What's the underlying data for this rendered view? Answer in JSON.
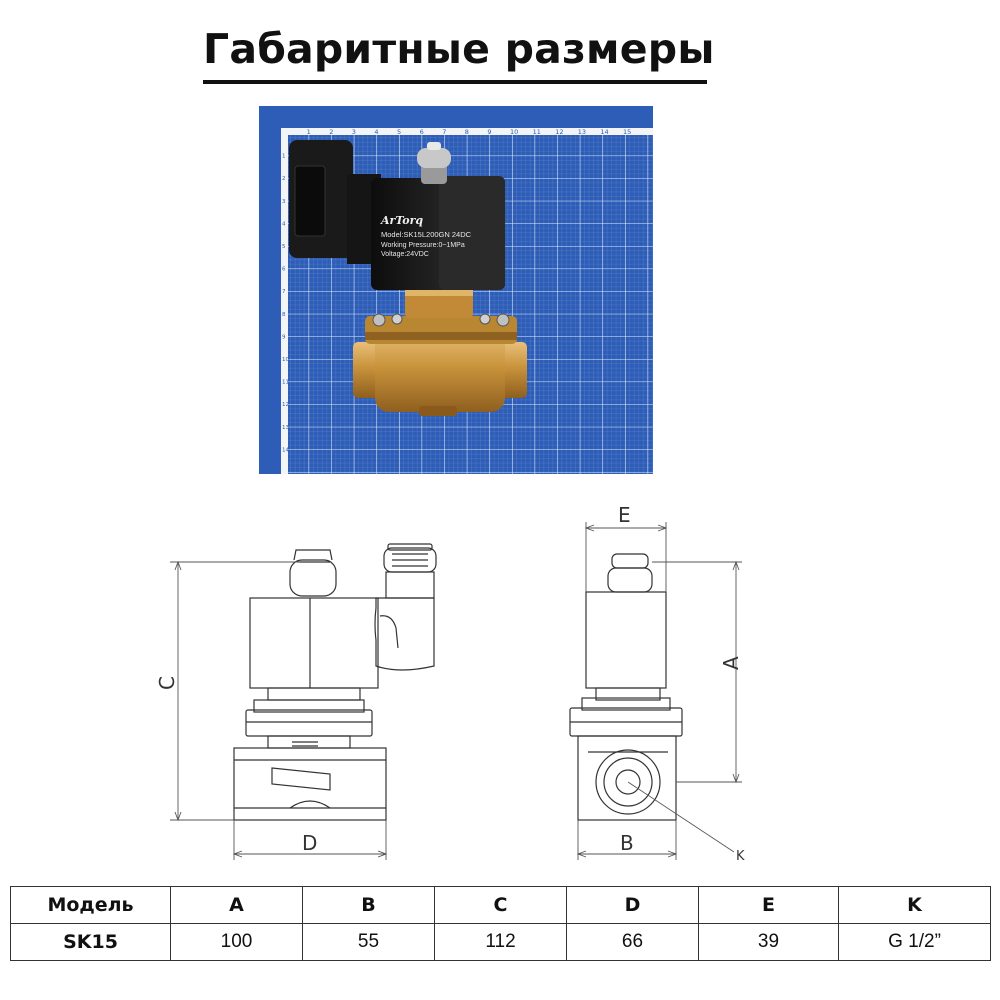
{
  "title": "Габаритные размеры",
  "photo": {
    "ruler_top": [
      "1",
      "2",
      "3",
      "4",
      "5",
      "6",
      "7",
      "8",
      "9",
      "10",
      "11",
      "12",
      "13",
      "14",
      "15"
    ],
    "ruler_left": [
      "1",
      "2",
      "3",
      "4",
      "5",
      "6",
      "7",
      "8",
      "9",
      "10",
      "11",
      "12",
      "13",
      "14"
    ],
    "label_brand": "ArTorq",
    "label_model": "Model:SK15L200GN 24DC",
    "label_pressure": "Working Pressure:0~1MPa",
    "label_voltage": "Voltage:24VDC",
    "colors": {
      "grid_bg": "#2f5fb8",
      "brass": "#c9933b",
      "coil": "#1c1c1c"
    }
  },
  "drawing": {
    "dim_c": "C",
    "dim_d": "D",
    "dim_e": "E",
    "dim_a": "A",
    "dim_b": "B",
    "dim_k": "K"
  },
  "table": {
    "headers": [
      "Модель",
      "A",
      "B",
      "C",
      "D",
      "E",
      "K"
    ],
    "rows": [
      [
        "SK15",
        "100",
        "55",
        "112",
        "66",
        "39",
        "G 1/2”"
      ]
    ]
  }
}
